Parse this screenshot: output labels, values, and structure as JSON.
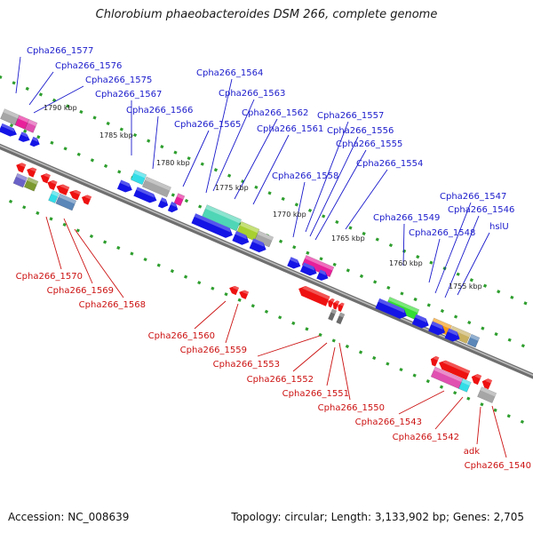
{
  "title": "Chlorobium phaeobacteroides DSM 266, complete genome",
  "footer": {
    "accession": "Accession: NC_008639",
    "summary": "Topology: circular; Length: 3,133,902 bp; Genes: 2,705"
  },
  "colors": {
    "backbone": "#8c8c8c",
    "tick": "#2e9e2e",
    "forward_label": "#1a1acc",
    "reverse_label": "#cc1111",
    "forward_arrow": "#1414e6",
    "reverse_arrow": "#ee1111"
  },
  "kbp_markers": [
    "1790 kbp",
    "1785 kbp",
    "1780 kbp",
    "1775 kbp",
    "1770 kbp",
    "1765 kbp",
    "1760 kbp",
    "1755 kbp"
  ],
  "forward_labels": [
    "Cpha266_1577",
    "Cpha266_1576",
    "Cpha266_1575",
    "Cpha266_1567",
    "Cpha266_1566",
    "Cpha266_1565",
    "Cpha266_1564",
    "Cpha266_1563",
    "Cpha266_1562",
    "Cpha266_1561",
    "Cpha266_1558",
    "Cpha266_1557",
    "Cpha266_1556",
    "Cpha266_1555",
    "Cpha266_1554",
    "Cpha266_1549",
    "Cpha266_1548",
    "Cpha266_1547",
    "Cpha266_1546",
    "hslU"
  ],
  "reverse_labels": [
    "Cpha266_1570",
    "Cpha266_1569",
    "Cpha266_1568",
    "Cpha266_1560",
    "Cpha266_1559",
    "Cpha266_1553",
    "Cpha266_1552",
    "Cpha266_1551",
    "Cpha266_1550",
    "Cpha266_1543",
    "Cpha266_1542",
    "adk",
    "Cpha266_1540"
  ]
}
